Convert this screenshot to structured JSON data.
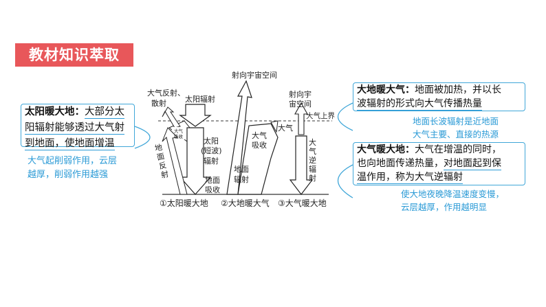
{
  "page_title": "教材知识萃取",
  "left_box": {
    "head": "太阳暖大地：",
    "line1_rest": "大部分太",
    "line2": "阳辐射能够透过大气射",
    "line3": "到地面，使地面增温"
  },
  "left_note": {
    "line1": "大气起削弱作用，云层",
    "line2": "越厚，削弱作用越强"
  },
  "right_top_box": {
    "head": "大地暖大气：",
    "line1_rest": "地面被加热，并以长",
    "line2": "波辐射的形式向大气传播热量"
  },
  "right_top_note": {
    "line1": "地面长波辐射是近地面",
    "line2": "大气主要、直接的热源"
  },
  "right_mid_box": {
    "head": "大气暖大地：",
    "line1_rest": "大气在增温的同时，",
    "line2a": "也向地面传递热量，",
    "line2b": "对地面起到保",
    "line3": "温作用，称为大气逆辐射"
  },
  "right_mid_note": {
    "line1": "使大地夜晚降温速度变慢，",
    "line2": "云层越厚，作用越明显"
  },
  "diagram": {
    "reflect_scatter_1": "大气反射、",
    "reflect_scatter_2": "散射",
    "solar_radiation": "太阳辐射",
    "to_space": "射向宇宙空间",
    "to_space_right_1": "射向宇",
    "to_space_right_2": "宙空间",
    "upper_atm": "大气上界",
    "atm_absorb_small_1": "大气",
    "atm_absorb_small_2": "吸收",
    "ground_reflect": [
      "地",
      "面",
      "反",
      "射"
    ],
    "sun_short_1": "太阳",
    "sun_short_2": "(短波)",
    "sun_short_3": "辐射",
    "ground_absorb_1": "地面",
    "ground_absorb_2": "吸收",
    "atm_absorb_1": "大气",
    "atm_absorb_2": "吸收",
    "ground_rad_1": "地面",
    "ground_rad_2": "辐射",
    "atm_label": "大气",
    "counter_rad": [
      "大",
      "气",
      "逆",
      "辐",
      "射"
    ],
    "stage1": "①太阳暖大地",
    "stage2": "②大地暖大气",
    "stage3": "③大气暖大地"
  }
}
